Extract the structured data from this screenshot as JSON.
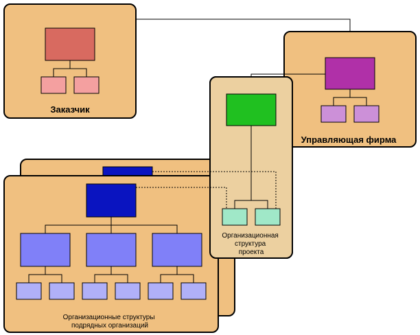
{
  "labels": {
    "customer": "Заказчик",
    "management_firm": "Управляющая фирма",
    "project_structure": [
      "Организационная",
      "структура",
      "проекта"
    ],
    "contractors": [
      "Организационные структуры",
      "подрядных организаций"
    ]
  },
  "colors": {
    "panel": "#f0c080",
    "panel_project": "#ecd0a0",
    "customer_top": "#d86a60",
    "customer_sub": "#f4a0a0",
    "mgmt_top": "#b030a8",
    "mgmt_sub": "#cc90d8",
    "project_top": "#20c020",
    "project_sub": "#a0e8c8",
    "contractor_top": "#0a14c0",
    "contractor_mid": "#8080f8",
    "contractor_sub": "#b0b0f8"
  }
}
